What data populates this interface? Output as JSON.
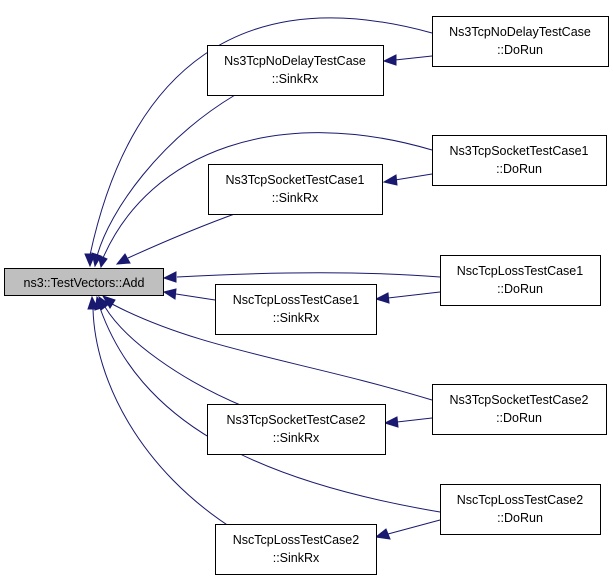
{
  "colors": {
    "edge": "#191970",
    "root_fill": "#bfbfbf",
    "node_fill": "#ffffff",
    "border": "#000000"
  },
  "nodes": {
    "root": {
      "line1": "ns3::TestVectors::Add"
    },
    "nodelay_sinkrx": {
      "line1": "Ns3TcpNoDelayTestCase",
      "line2": "::SinkRx"
    },
    "nodelay_dorun": {
      "line1": "Ns3TcpNoDelayTestCase",
      "line2": "::DoRun"
    },
    "socket1_sinkrx": {
      "line1": "Ns3TcpSocketTestCase1",
      "line2": "::SinkRx"
    },
    "socket1_dorun": {
      "line1": "Ns3TcpSocketTestCase1",
      "line2": "::DoRun"
    },
    "nscloss1_sinkrx": {
      "line1": "NscTcpLossTestCase1",
      "line2": "::SinkRx"
    },
    "nscloss1_dorun": {
      "line1": "NscTcpLossTestCase1",
      "line2": "::DoRun"
    },
    "socket2_sinkrx": {
      "line1": "Ns3TcpSocketTestCase2",
      "line2": "::SinkRx"
    },
    "socket2_dorun": {
      "line1": "Ns3TcpSocketTestCase2",
      "line2": "::DoRun"
    },
    "nscloss2_sinkrx": {
      "line1": "NscTcpLossTestCase2",
      "line2": "::SinkRx"
    },
    "nscloss2_dorun": {
      "line1": "NscTcpLossTestCase2",
      "line2": "::DoRun"
    }
  }
}
